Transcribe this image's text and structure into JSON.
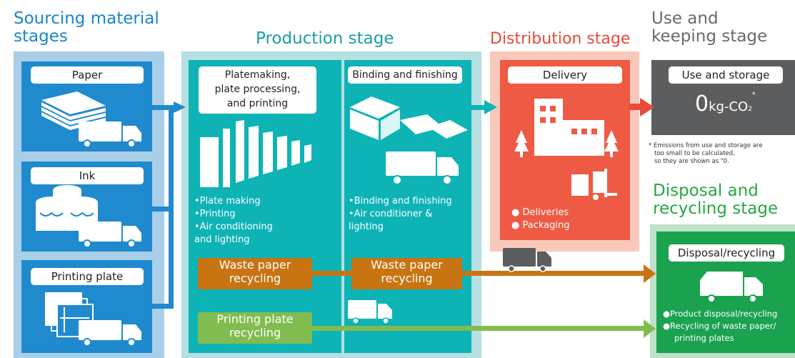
{
  "stages": {
    "sourcing": {
      "title_1": "Sourcing material",
      "title_2": "stages"
    },
    "production": {
      "title": "Production stage"
    },
    "distribution": {
      "title": "Distribution stage"
    },
    "use": {
      "title_1": "Use and",
      "title_2": "keeping stage"
    },
    "disposal": {
      "title_1": "Disposal and",
      "title_2": "recycling stage"
    }
  },
  "materials": {
    "paper": "Paper",
    "ink": "Ink",
    "plate": "Printing plate"
  },
  "production": {
    "platemaking_1": "Platemaking,",
    "platemaking_2": "plate processing,",
    "platemaking_3": "and printing",
    "platemaking_items": [
      "•Plate making",
      "•Printing",
      "•Air conditioning",
      " and lighting"
    ],
    "binding": "Binding and finishing",
    "binding_items": [
      "•Binding and finishing",
      "•Air conditioner &",
      " lighting"
    ]
  },
  "distribution": {
    "delivery": "Delivery",
    "items": [
      "● Deliveries",
      "● Packaging"
    ]
  },
  "use": {
    "box_label": "Use and storage",
    "value": "0",
    "unit": "kg-CO",
    "sub": "2",
    "mark": "*",
    "note_1": "* Emissions from use and storage are",
    "note_2": "too small to be calculated,",
    "note_3": "so they are shown as \"0."
  },
  "recycling": {
    "waste_1": "Waste paper",
    "waste_2": "recycling",
    "plate_1": "Printing plate",
    "plate_2": "recycling"
  },
  "disposal": {
    "box_label": "Disposal/recycling",
    "item_1": "●Product disposal/recycling",
    "item_2": "●Recycling of waste paper/",
    "item_3": "printing plates"
  },
  "colors": {
    "blue": "#1a86c7",
    "teal": "#0eb3b6",
    "red": "#ee5a43",
    "gray": "#5c5d5f",
    "green": "#1aa24f",
    "orange": "#c87412",
    "lightgreen": "#82bc51"
  }
}
